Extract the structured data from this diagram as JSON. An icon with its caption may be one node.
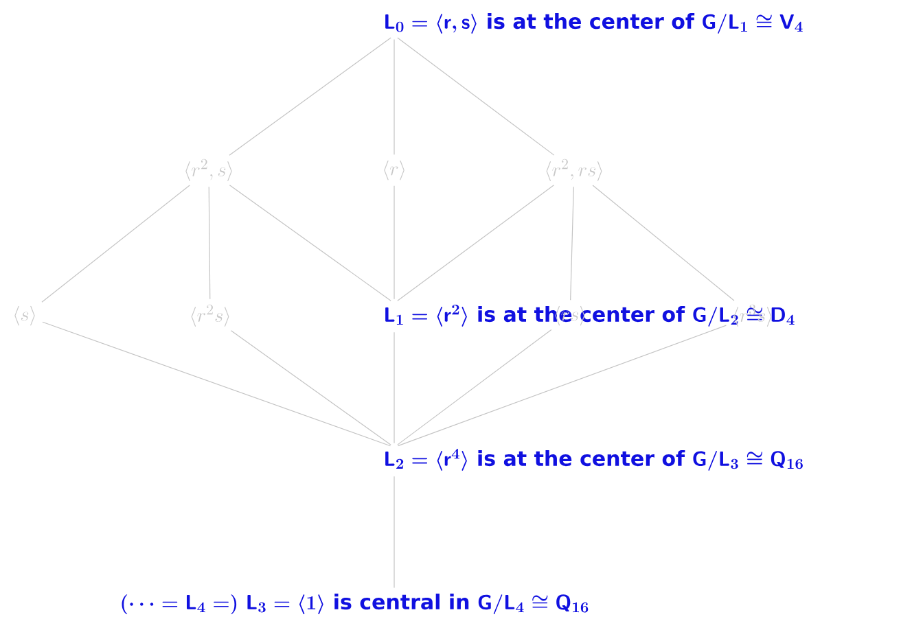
{
  "diagram": {
    "nodes": [
      {
        "text": [
          "\\mathsf{L}_0=\\langle \\mathsf{r},\\mathsf{s}\\rangle\\ \\mbox{is at the center of}\\ \\mathsf{G}/\\mathsf{L}_1\\cong \\mathsf{V}_4"
        ]
      },
      {
        "text": [
          "\\langle r^2, s\\rangle"
        ]
      },
      {
        "text": [
          "\\langle r\\rangle"
        ]
      },
      {
        "text": [
          "\\langle r^2, rs\\rangle"
        ]
      },
      {
        "text": [
          "\\langle s\\rangle"
        ]
      },
      {
        "text": [
          "\\langle r^2 s\\rangle"
        ]
      },
      {
        "text": [
          "\\mathsf{L}_1=\\langle \\mathsf{r}^2\\rangle\\ \\mbox{is at the center of}\\ \\mathsf{G}/\\mathsf{L}_2\\cong \\mathsf{D}_4"
        ]
      },
      {
        "text": [
          "\\langle rs\\rangle"
        ]
      },
      {
        "text": [
          "\\langle r^3 s\\rangle"
        ]
      },
      {
        "text": [
          "\\mathsf{L}_2=\\langle \\mathsf{r}^4\\rangle\\ \\mbox{is at the center of}\\ \\mathsf{G}/\\mathsf{L}_3\\cong \\mathsf{Q}_{16}"
        ]
      },
      {
        "text": [
          "(\\cdots=\\mathsf{L}_4=)\\ \\mathsf{L}_3=\\langle 1\\rangle\\ \\mbox{is central in}\\ \\mathsf{G}/\\mathsf{L}_4\\cong \\mathsf{Q}_{16}"
        ]
      }
    ],
    "edges": [
      {
        "from": 0,
        "to": 1,
        "arrow": "none"
      },
      {
        "from": 0,
        "to": 2,
        "arrow": "none"
      },
      {
        "from": 0,
        "to": 3,
        "arrow": "none"
      },
      {
        "from": 1,
        "to": 4,
        "arrow": "none"
      },
      {
        "from": 1,
        "to": 5,
        "arrow": "none"
      },
      {
        "from": 1,
        "to": 6,
        "arrow": "none"
      },
      {
        "from": 2,
        "to": 6,
        "arrow": "none"
      },
      {
        "from": 3,
        "to": 6,
        "arrow": "none"
      },
      {
        "from": 3,
        "to": 7,
        "arrow": "none"
      },
      {
        "from": 3,
        "to": 8,
        "arrow": "none"
      },
      {
        "from": 4,
        "to": 9,
        "arrow": "none"
      },
      {
        "from": 5,
        "to": 9,
        "arrow": "none"
      },
      {
        "from": 6,
        "to": 9,
        "arrow": "none"
      },
      {
        "from": 7,
        "to": 9,
        "arrow": "none"
      },
      {
        "from": 8,
        "to": 9,
        "arrow": "none"
      },
      {
        "from": 9,
        "to": 10,
        "arrow": "none"
      }
    ]
  }
}
